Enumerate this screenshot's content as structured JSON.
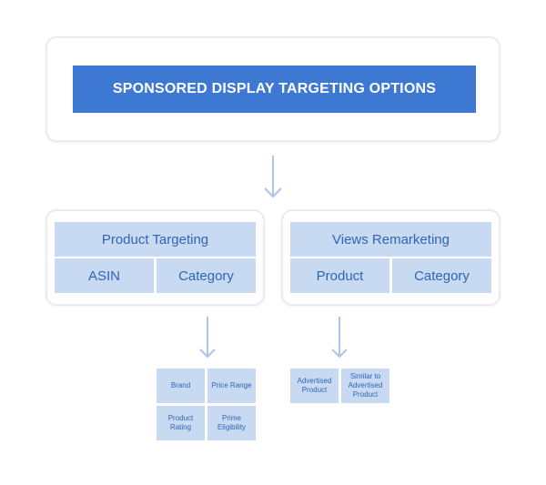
{
  "title": "SPONSORED DISPLAY TARGETING OPTIONS",
  "colors": {
    "title_bg": "#3d78d3",
    "cell_bg": "#c7daf2",
    "cell_text": "#2f65b2",
    "arrow": "#a9c6ea",
    "card_border": "#e9ebee"
  },
  "product_targeting": {
    "header": "Product Targeting",
    "options": [
      "ASIN",
      "Category"
    ],
    "refinements": [
      "Brand",
      "Price Range",
      "Product Rating",
      "Prime Eligibility"
    ]
  },
  "views_remarketing": {
    "header": "Views Remarketing",
    "options": [
      "Product",
      "Category"
    ],
    "refinements": [
      "Advertised Product",
      "Similar to Advertised Product"
    ]
  }
}
